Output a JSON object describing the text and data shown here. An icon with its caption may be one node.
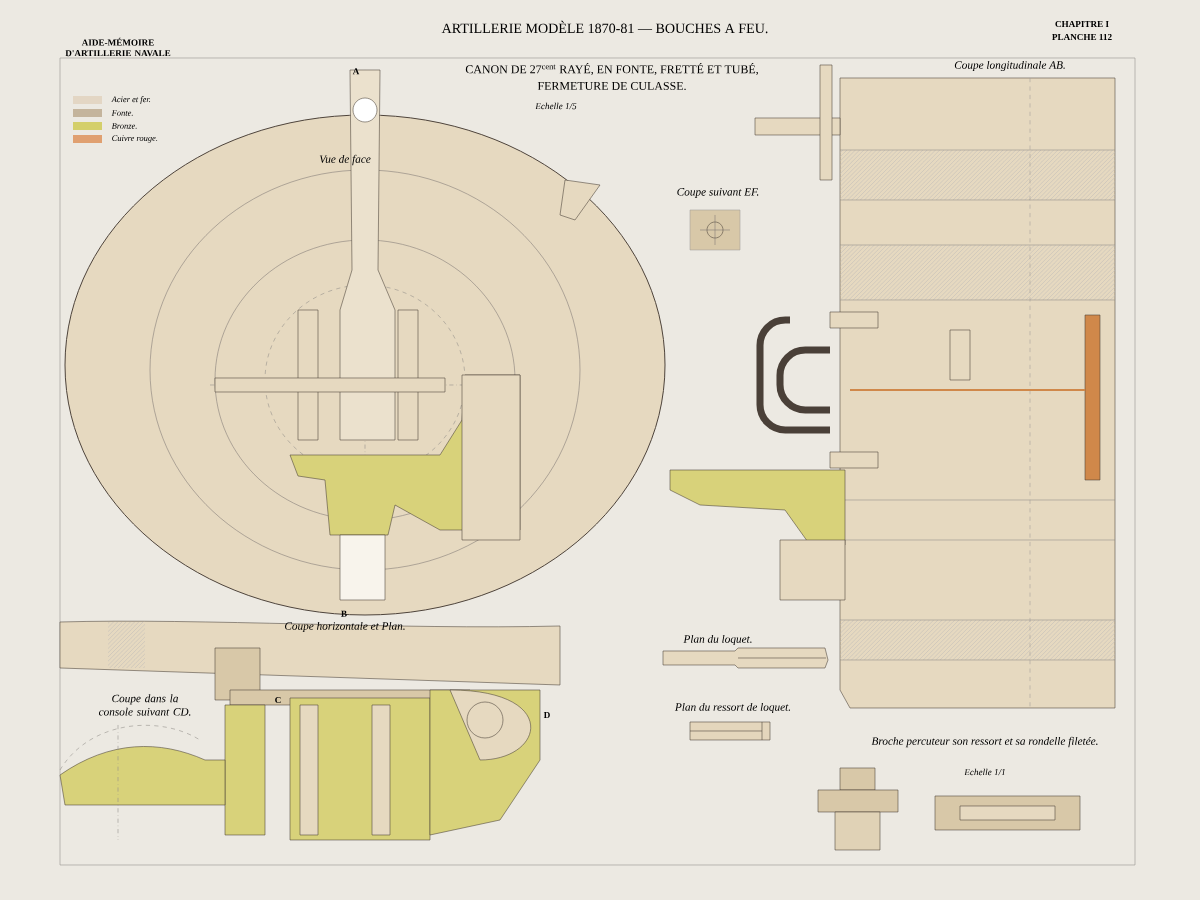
{
  "diagram": {
    "title": "ARTILLERIE MODÈLE 1870-81 — BOUCHES A FEU.",
    "labels": [
      "AIDE-MÉMOIRE D'ARTILLERIE NAVALE",
      "CHAPITRE I",
      "PLANCHE 112",
      "CANON DE 27$^{cent}$ RAYÉ, EN FONTE, FRETTÉ ET TUBÉ,",
      "FERMETURE DE CULASSE.",
      "Coupe longitudinale AB.",
      "A",
      "Echelle 1/5",
      "Vue de face",
      "Coupe suivant EF.",
      "B",
      "Coupe horizontale et Plan.",
      "Plan du loquet.",
      "C",
      "Coupe dans la console suivant CD.",
      "D",
      "Plan du ressort de loquet.",
      "Broche percuteur son ressort et sa rondelle filetée.",
      "Echelle 1/1"
    ],
    "legend": [
      {
        "text": "Acier et fer.",
        "color": "#e3d6c4"
      },
      {
        "text": "Fonte.",
        "color": "#c4b49c"
      },
      {
        "text": "Bronze.",
        "color": "#d4cf6a"
      },
      {
        "text": "Cuivre rouge.",
        "color": "#e0a070"
      }
    ]
  }
}
